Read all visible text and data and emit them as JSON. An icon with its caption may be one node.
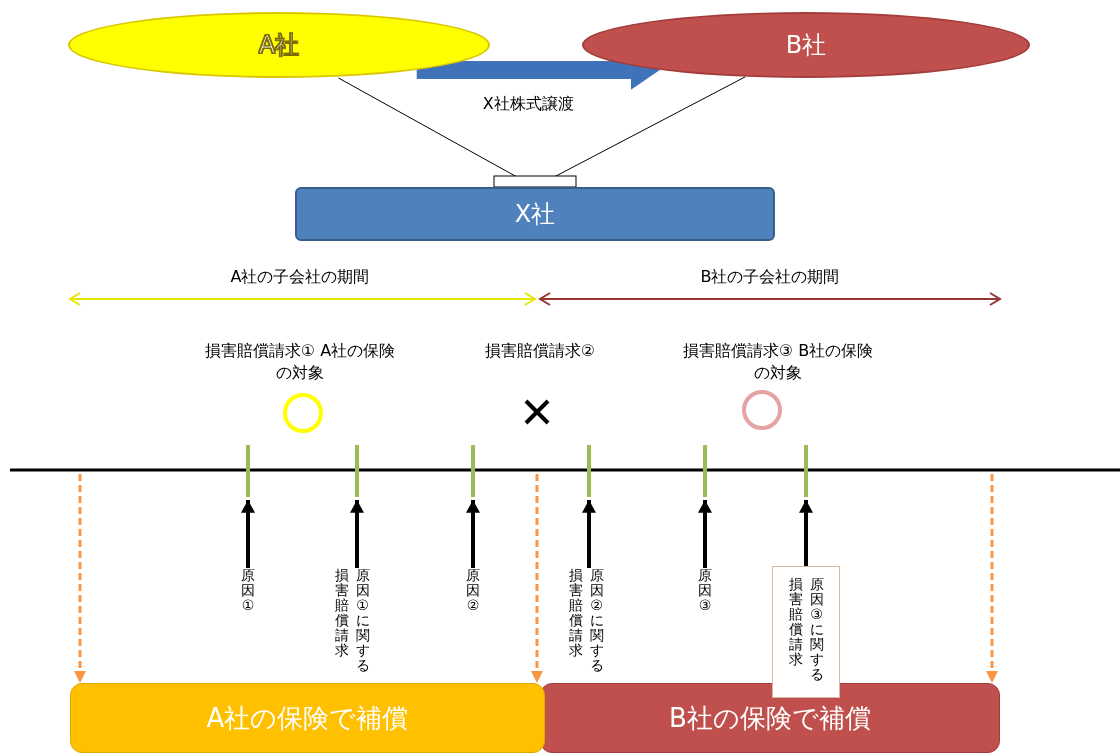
{
  "diagram": {
    "nodes": [
      {
        "text": [
          "A社"
        ]
      },
      {
        "text": [
          "B社"
        ]
      },
      {
        "text": [
          "X社"
        ]
      },
      {
        "text": [
          "原因①"
        ]
      },
      {
        "text": [
          "原因①に関する損害賠償請求"
        ]
      },
      {
        "text": [
          "原因②"
        ]
      },
      {
        "text": [
          "原因②に関する損害賠償請求"
        ]
      },
      {
        "text": [
          "原因③"
        ]
      },
      {
        "text": [
          "原因③に関する損害賠償請求"
        ]
      },
      {
        "text": [
          "A社の保険で補償"
        ]
      },
      {
        "text": [
          "B社の保険で補償"
        ]
      }
    ],
    "edges": [
      {
        "from": 0,
        "to": 2,
        "arrow": "none"
      },
      {
        "from": 1,
        "to": 2,
        "arrow": "none"
      },
      {
        "from": 0,
        "to": 1,
        "arrow": "to",
        "label": "X社株式譲渡",
        "style": "thick",
        "color": "#3f72b8"
      },
      {
        "from": 3,
        "to": null,
        "arrow": "to"
      },
      {
        "from": 4,
        "to": null,
        "arrow": "to"
      },
      {
        "from": 5,
        "to": null,
        "arrow": "to"
      },
      {
        "from": 6,
        "to": null,
        "arrow": "to"
      },
      {
        "from": 7,
        "to": null,
        "arrow": "to"
      },
      {
        "from": 8,
        "to": null,
        "arrow": "to"
      },
      {
        "from": null,
        "to": 9,
        "arrow": "to",
        "style": "dashed",
        "color": "#f79646"
      },
      {
        "from": null,
        "to": 9,
        "arrow": "to",
        "style": "dashed",
        "color": "#f79646"
      },
      {
        "from": null,
        "to": 10,
        "arrow": "to",
        "style": "dashed",
        "color": "#f79646"
      }
    ],
    "labels": [
      "A社の子会社の期間",
      "B社の子会社の期間",
      "損害賠償請求① A社の保険の対象",
      "損害賠償請求②",
      "損害賠償請求③ B社の保険の対象"
    ]
  }
}
